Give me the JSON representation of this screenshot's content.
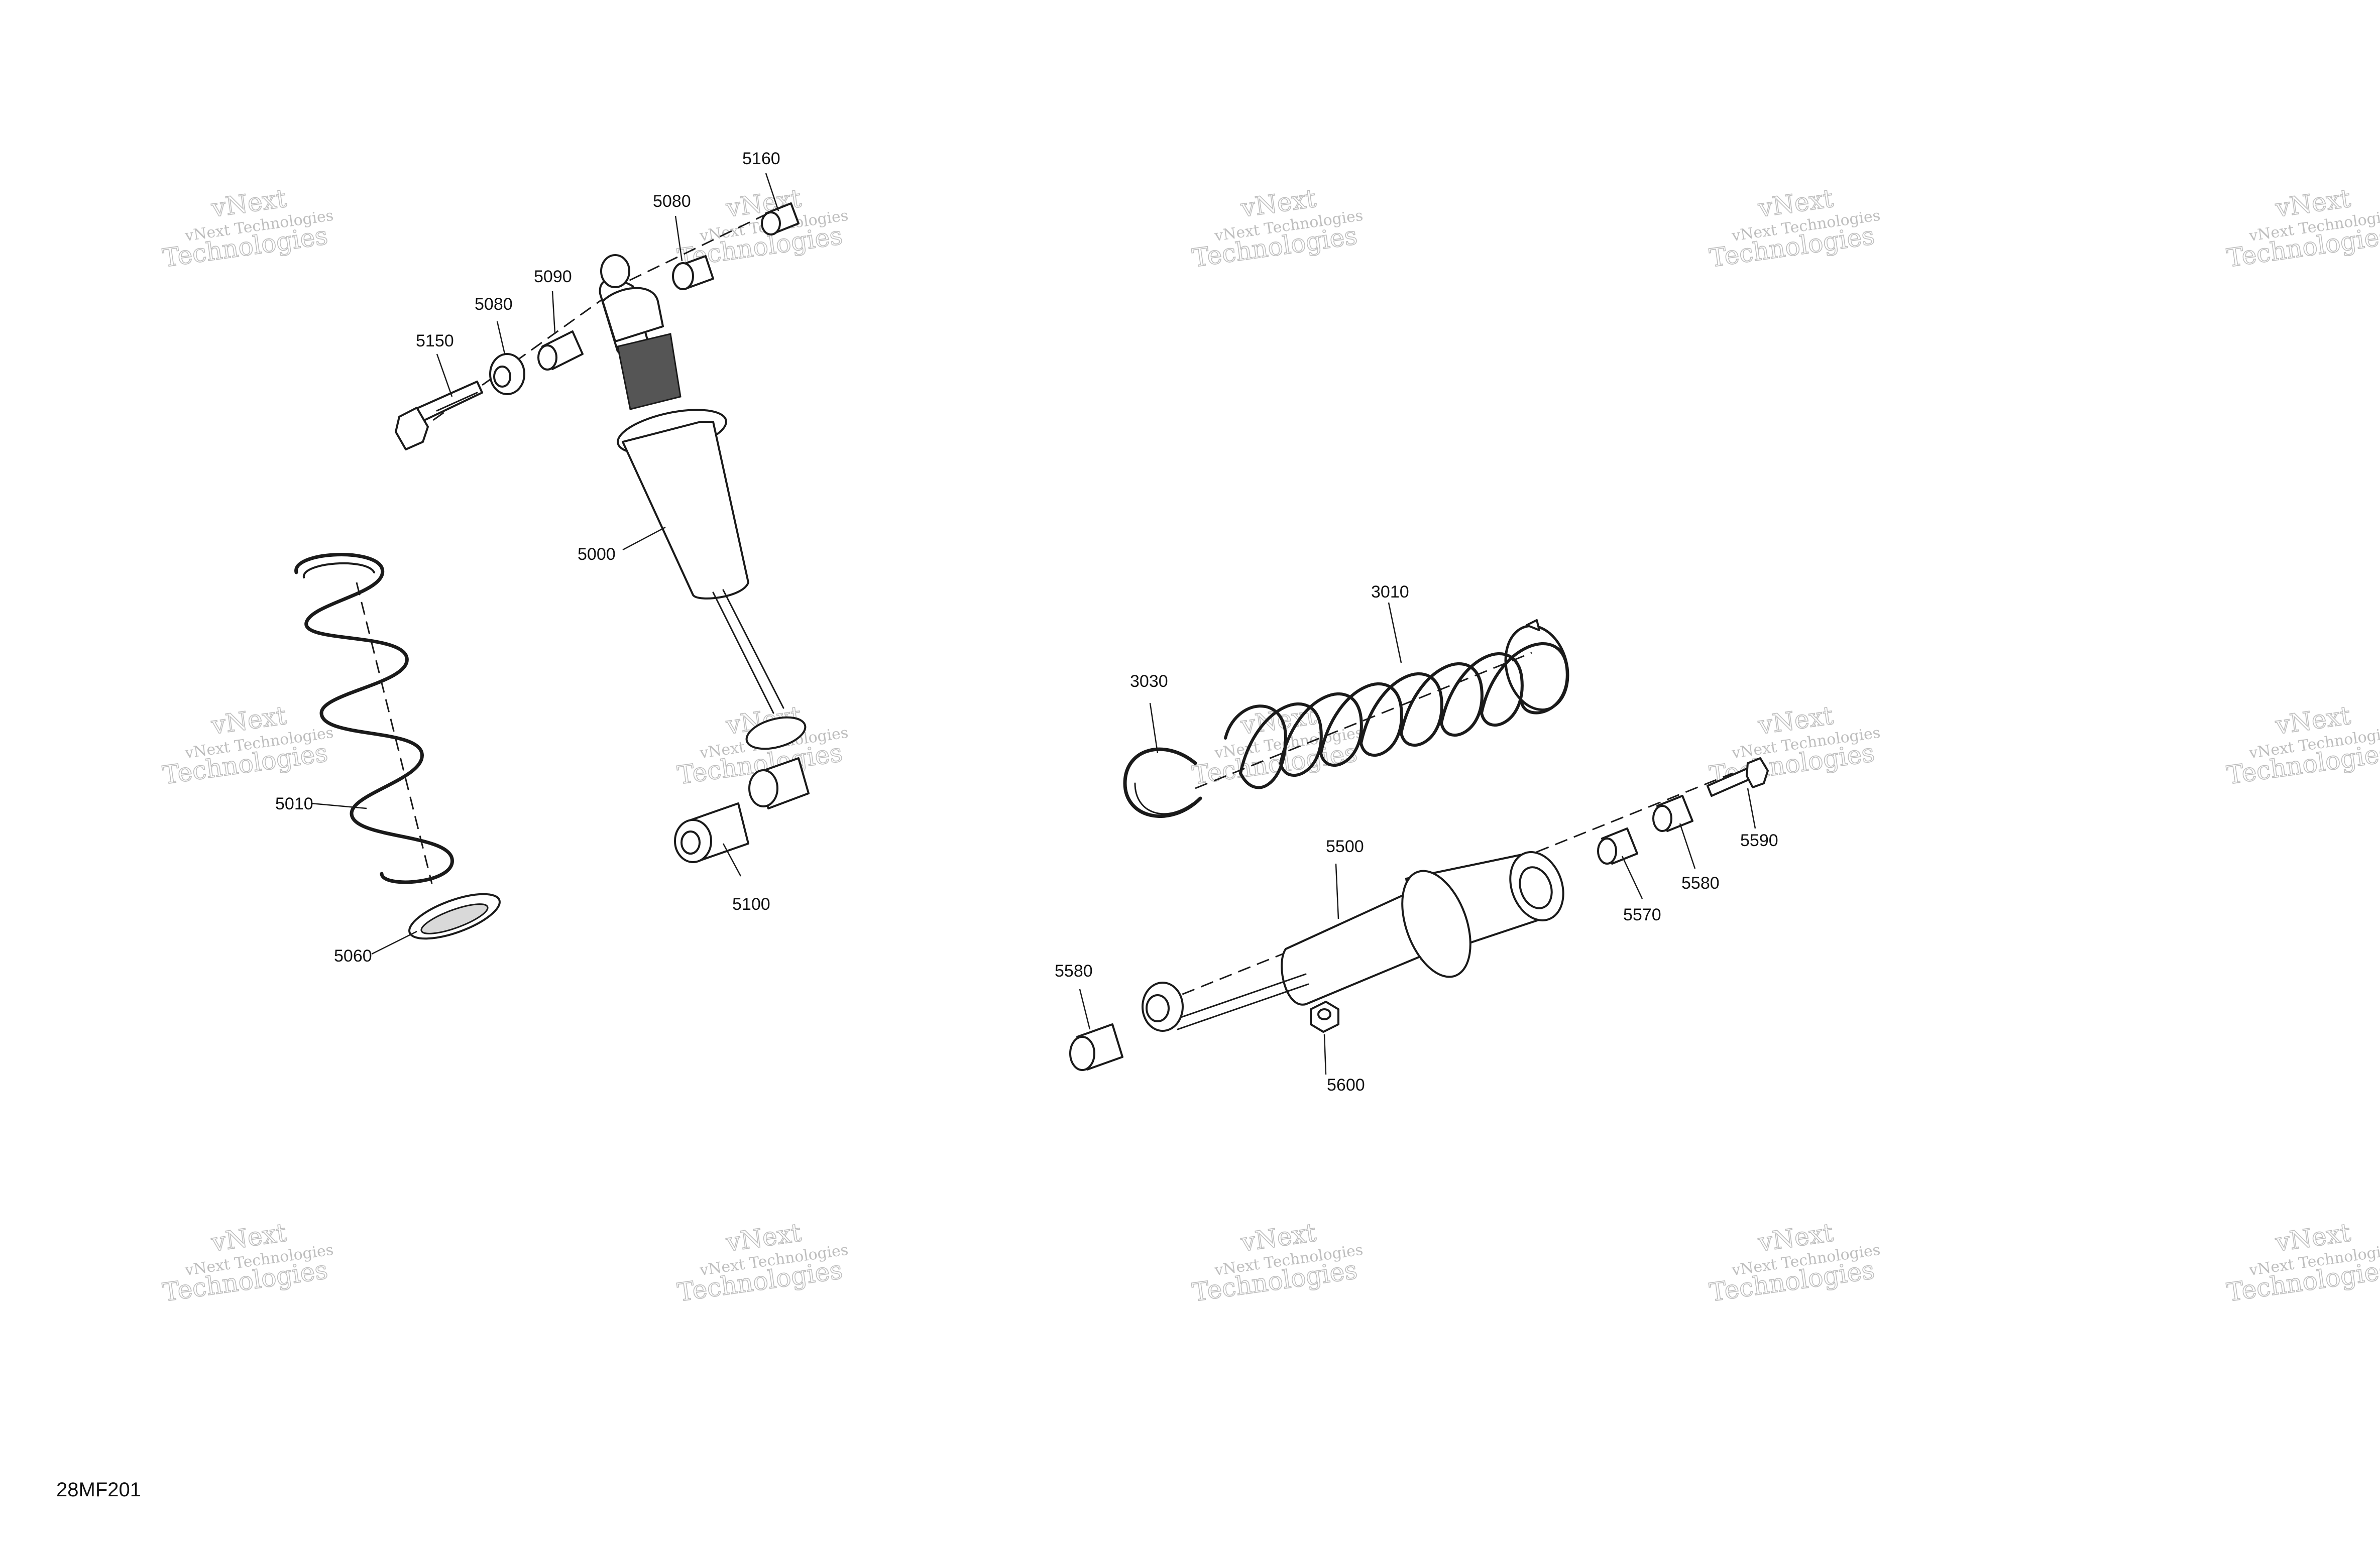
{
  "diagram_code": "28MF201",
  "watermark": {
    "line1": "vNext Technologies",
    "line2": "vNext",
    "line3": "Technologies"
  },
  "callouts": {
    "c5160": "5160",
    "c5080_top": "5080",
    "c5090": "5090",
    "c5080_mid": "5080",
    "c5150": "5150",
    "c5000": "5000",
    "c5010": "5010",
    "c5060": "5060",
    "c5100": "5100",
    "c3010": "3010",
    "c3030": "3030",
    "c5500": "5500",
    "c5590": "5590",
    "c5580_right": "5580",
    "c5570": "5570",
    "c5580_left": "5580",
    "c5600": "5600"
  }
}
